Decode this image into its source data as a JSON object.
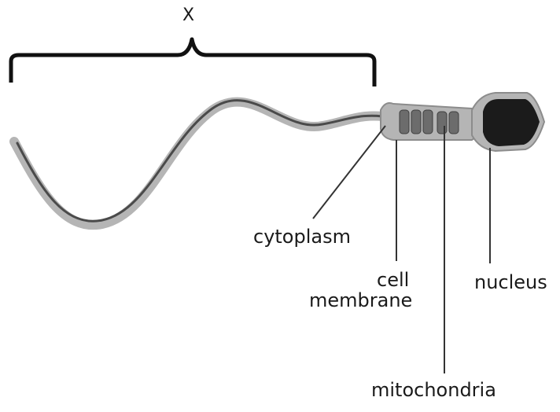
{
  "diagram": {
    "bracket_label": "X",
    "labels": {
      "cytoplasm": "cytoplasm",
      "cell": "cell",
      "membrane": "membrane",
      "nucleus": "nucleus",
      "mitochondria": "mitochondria"
    },
    "colors": {
      "outline": "#111111",
      "body_fill": "#b5b5b5",
      "body_edge": "#8c8c8c",
      "nucleus": "#1b1b1b",
      "tail_core": "#4a4a4a",
      "coils": "#6c6c6c"
    }
  }
}
